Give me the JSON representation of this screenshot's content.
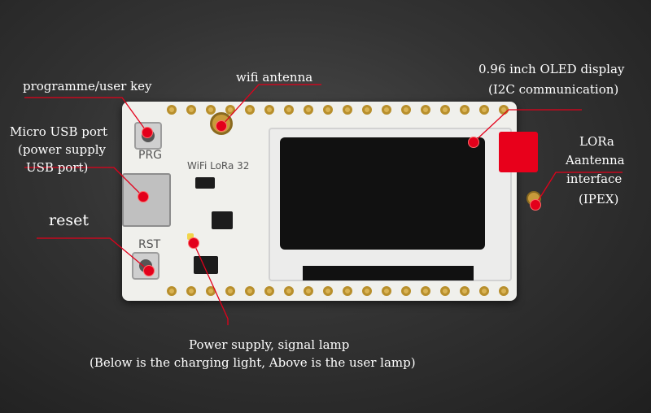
{
  "labels": {
    "prog_key": "programme/user key",
    "usb_line1": "Micro USB port",
    "usb_line2": "(power supply",
    "usb_line3": "USB port)",
    "reset": "reset",
    "wifi_antenna": "wifi antenna",
    "oled_line1": "0.96 inch OLED display",
    "oled_line2": "(I2C communication)",
    "lora_line1": "LORa",
    "lora_line2": "Aantenna",
    "lora_line3": "interface",
    "lora_line4": "(IPEX)",
    "lamp_line1": "Power supply, signal lamp",
    "lamp_line2": "(Below is the charging light, Above is the user lamp)"
  },
  "silkscreen": {
    "prg": "PRG",
    "rst": "RST",
    "board_name": "WiFi LoRa 32"
  },
  "colors": {
    "callout": "#e3001b",
    "background": "#2b2b2b",
    "board": "#f0f0ec",
    "text": "#ffffff"
  }
}
